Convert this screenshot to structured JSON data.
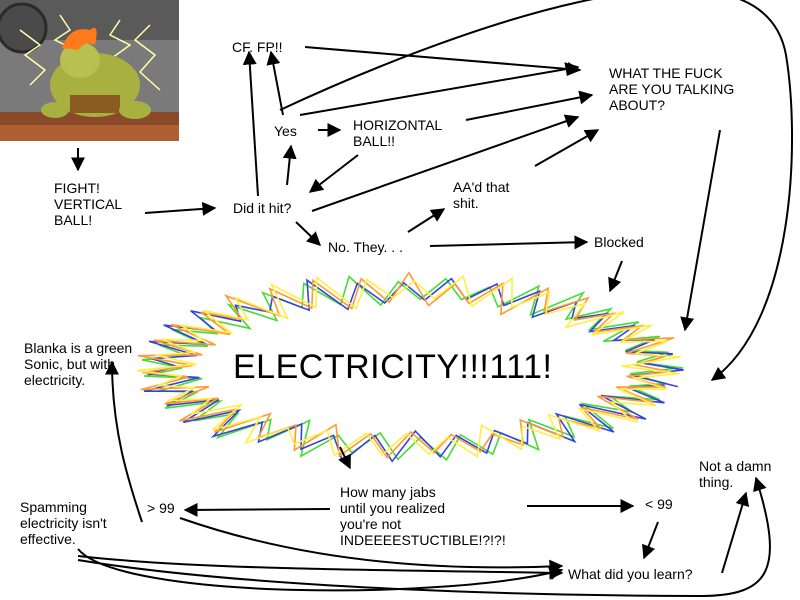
{
  "image": {
    "description": "Pixel-art fighter character with orange hair crouching amid yellow electricity sparks"
  },
  "nodes": {
    "fight_vertical_ball": "FIGHT!\nVERTICAL\nBALL!",
    "cf_fp": "CF. FP!!",
    "yes": "Yes",
    "horizontal_ball": "HORIZONTAL\nBALL!!",
    "wtf": "WHAT THE FUCK\nARE YOU TALKING\nABOUT?",
    "did_it_hit": "Did it hit?",
    "aad_that": "AA'd that\nshit.",
    "no_they": "No. They. . .",
    "blocked": "Blocked",
    "electricity": "ELECTRICITY!!!111!",
    "blanka_sonic": "Blanka is a green\nSonic, but with\nelectricity.",
    "spamming": "Spamming\nelectricity isn't\neffective.",
    "gt99": "> 99",
    "how_many_jabs": "How many jabs\nuntil you realized\nyou're not\nINDEEEESTUCTIBLE!?!?!",
    "lt99": "< 99",
    "not_a_damn": "Not a damn\nthing.",
    "what_learn": "What did you learn?"
  },
  "colors": {
    "scribble": [
      "#44dd33",
      "#3344dd",
      "#ff9933",
      "#ffee44"
    ],
    "arrow": "#000000"
  }
}
